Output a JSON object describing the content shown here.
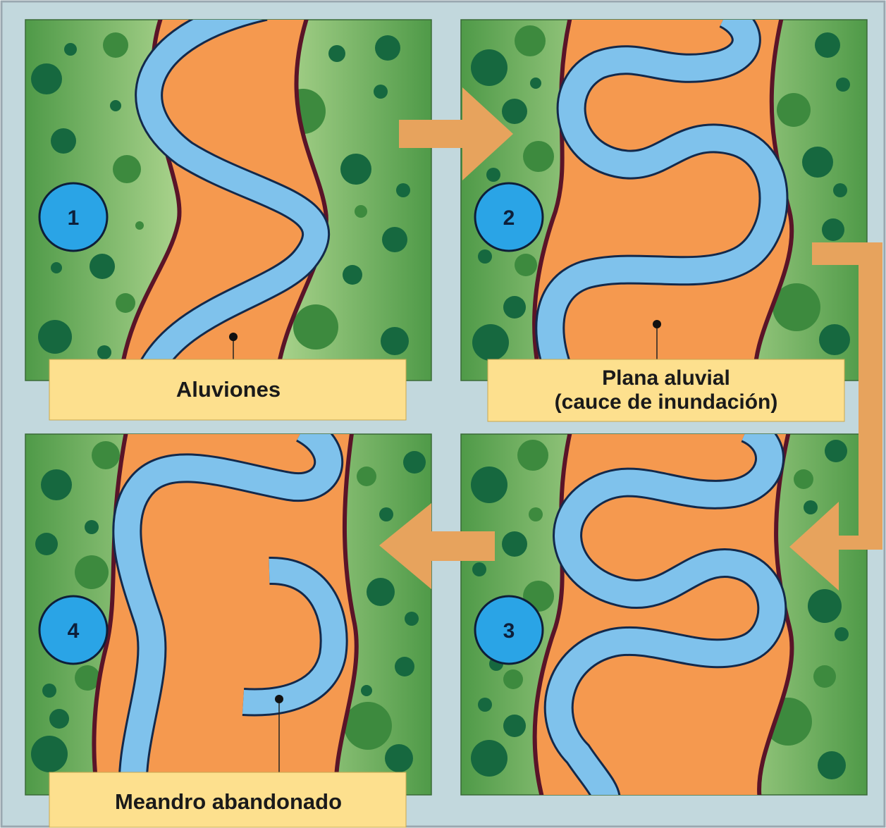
{
  "colors": {
    "frame": "#9aa8b0",
    "background": "#c2d8dd",
    "vegetation_light": "#a8d08a",
    "vegetation_dark": "#4f9a48",
    "tree_dark": "#16683f",
    "tree_mid": "#3d8a3e",
    "floodplain": "#f5994f",
    "bank": "#5a1428",
    "river_fill": "#7fc2ec",
    "river_edge": "#13294b",
    "arrow": "#e7a35d",
    "label_box": "#fde08e",
    "number_circle": "#2aa4e6"
  },
  "panels": [
    {
      "id": "panel-1",
      "number": "1"
    },
    {
      "id": "panel-2",
      "number": "2"
    },
    {
      "id": "panel-3",
      "number": "3"
    },
    {
      "id": "panel-4",
      "number": "4"
    }
  ],
  "labels": {
    "aluviones": "Aluviones",
    "plana_line1": "Plana aluvial",
    "plana_line2": "(cauce de inundación)",
    "meandro": "Meandro abandonado"
  }
}
